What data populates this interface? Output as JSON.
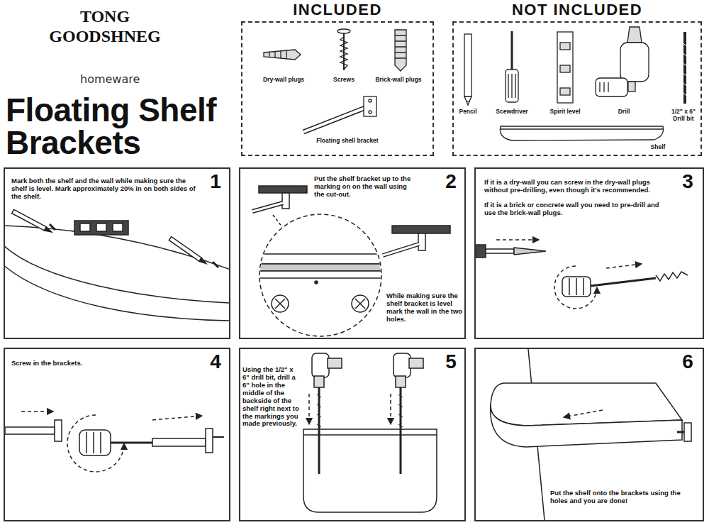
{
  "diagram": {
    "title": "Floating Shelf Brackets",
    "nodes": [
      {
        "text": [
          "INCLUDED"
        ]
      },
      {
        "text": [
          "NOT INCLUDED"
        ]
      },
      {
        "text": [
          "1",
          "Mark both the shelf and the wall while making sure the shelf is level. Mark approximately 20% in on both sides of the shelf."
        ]
      },
      {
        "text": [
          "2",
          "Put the shelf bracket up to the marking on on the wall using the cut-out.",
          "While making sure the shelf bracket is level mark the wall in the two holes."
        ]
      },
      {
        "text": [
          "3",
          "If it is a dry-wall you can screw in the dry-wall plugs without pre-drilling, even though it's recommended.",
          "If it is a brick or concrete wall you need to pre-drill and use the brick-wall plugs."
        ]
      },
      {
        "text": [
          "4",
          "Screw in the brackets."
        ]
      },
      {
        "text": [
          "5",
          "Using the 1/2\" x 6\" drill bit, drill a 6\" hole in the middle of the backside of the shelf right next to the markings you made previously."
        ]
      },
      {
        "text": [
          "6",
          "Put the shelf onto the brackets using the holes and you are done!"
        ]
      }
    ],
    "labels": [
      "TONG GOODSHNEG",
      "homeware",
      "Dry-wall plugs",
      "Screws",
      "Brick-wall plugs",
      "Floating shell bracket",
      "Pencil",
      "Scewdriver",
      "Spirit level",
      "Drill",
      "1/2\" x 6\" Drill bit",
      "Shelf"
    ]
  }
}
